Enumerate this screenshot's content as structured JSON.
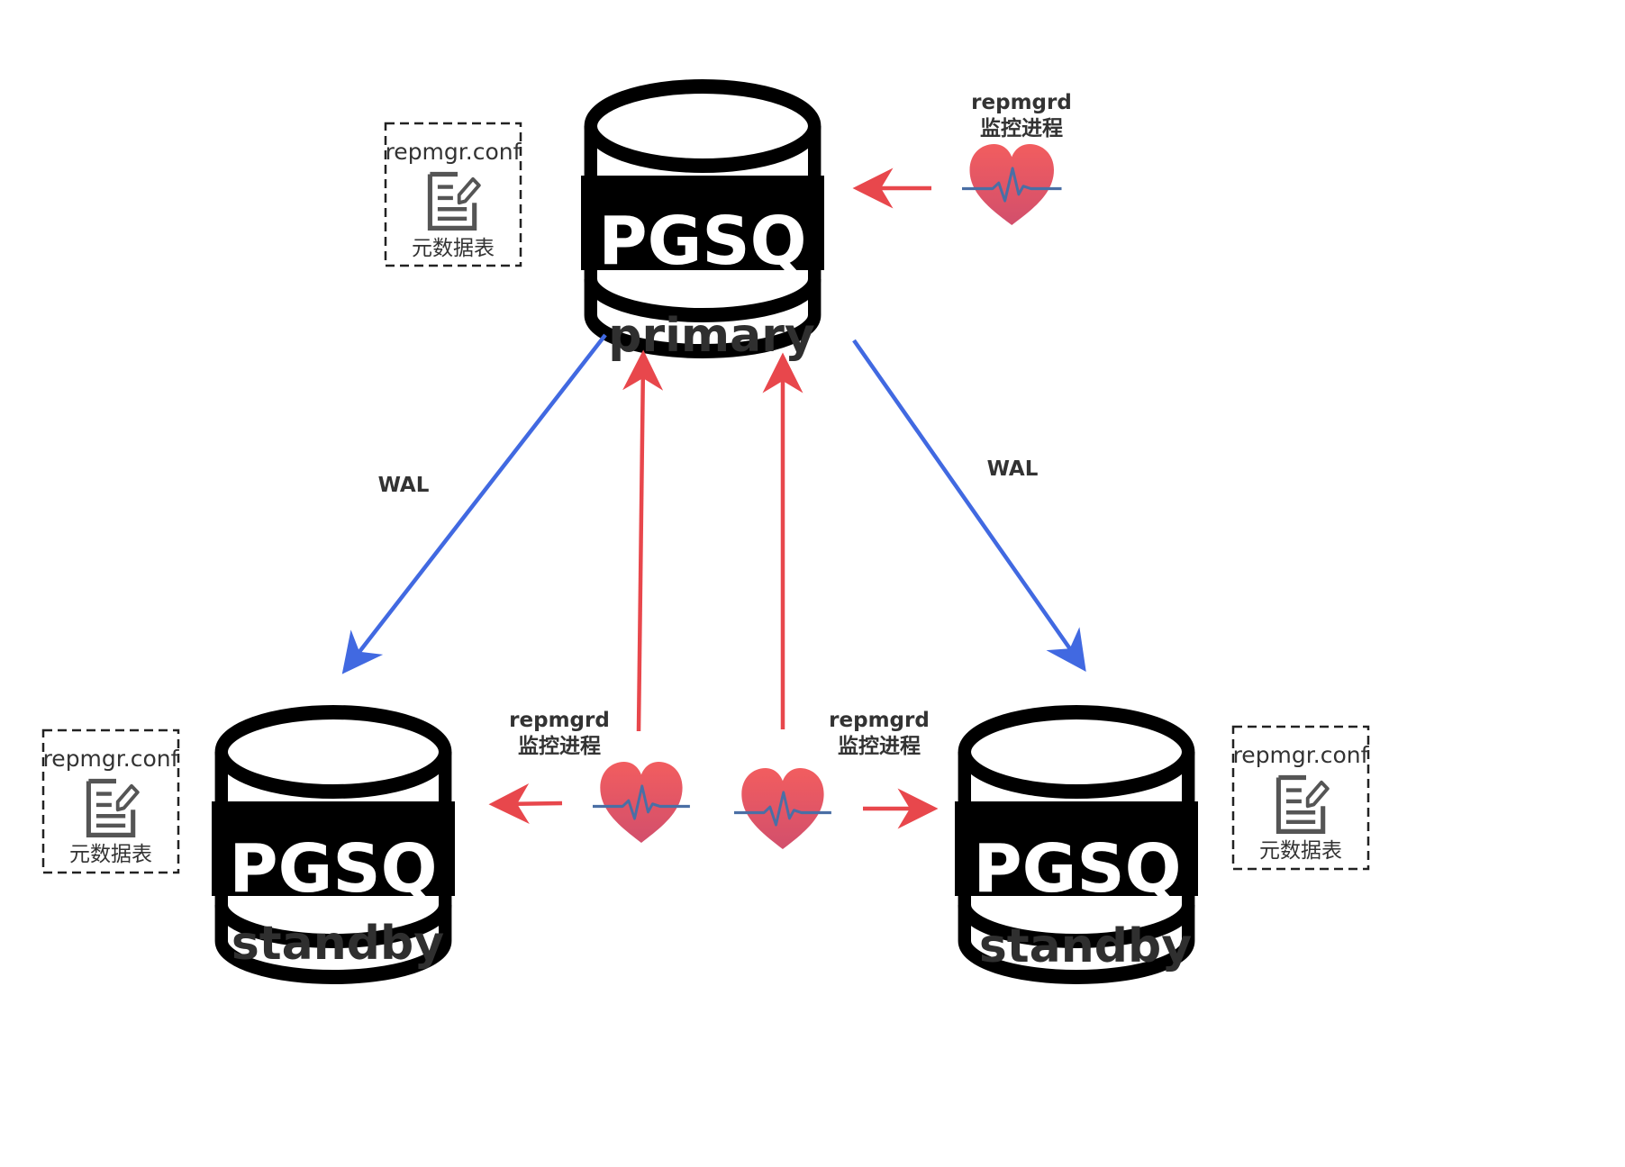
{
  "nodes": {
    "primary": {
      "db_label": "PGSQ",
      "role": "primary"
    },
    "standby_left": {
      "db_label": "PGSQ",
      "role": "standby"
    },
    "standby_right": {
      "db_label": "PGSQ",
      "role": "standby"
    }
  },
  "config_boxes": {
    "top": {
      "filename": "repmgr.conf",
      "caption": "元数据表",
      "icon": "document-edit-icon"
    },
    "left": {
      "filename": "repmgr.conf",
      "caption": "元数据表",
      "icon": "document-edit-icon"
    },
    "right": {
      "filename": "repmgr.conf",
      "caption": "元数据表",
      "icon": "document-edit-icon"
    }
  },
  "monitors": {
    "primary": {
      "name": "repmgrd",
      "desc": "监控进程",
      "icon": "heartbeat-icon"
    },
    "standby_left": {
      "name": "repmgrd",
      "desc": "监控进程",
      "icon": "heartbeat-icon"
    },
    "standby_right": {
      "name": "repmgrd",
      "desc": "监控进程",
      "icon": "heartbeat-icon"
    }
  },
  "edges": {
    "wal_left": {
      "label": "WAL"
    },
    "wal_right": {
      "label": "WAL"
    }
  },
  "colors": {
    "wal_arrow": "#4169e1",
    "heartbeat_arrow": "#e8474c",
    "db_body": "#000000",
    "heart_top": "#f05a5e",
    "heart_bottom": "#d6506a",
    "pulse_line": "#4a6fa5"
  }
}
